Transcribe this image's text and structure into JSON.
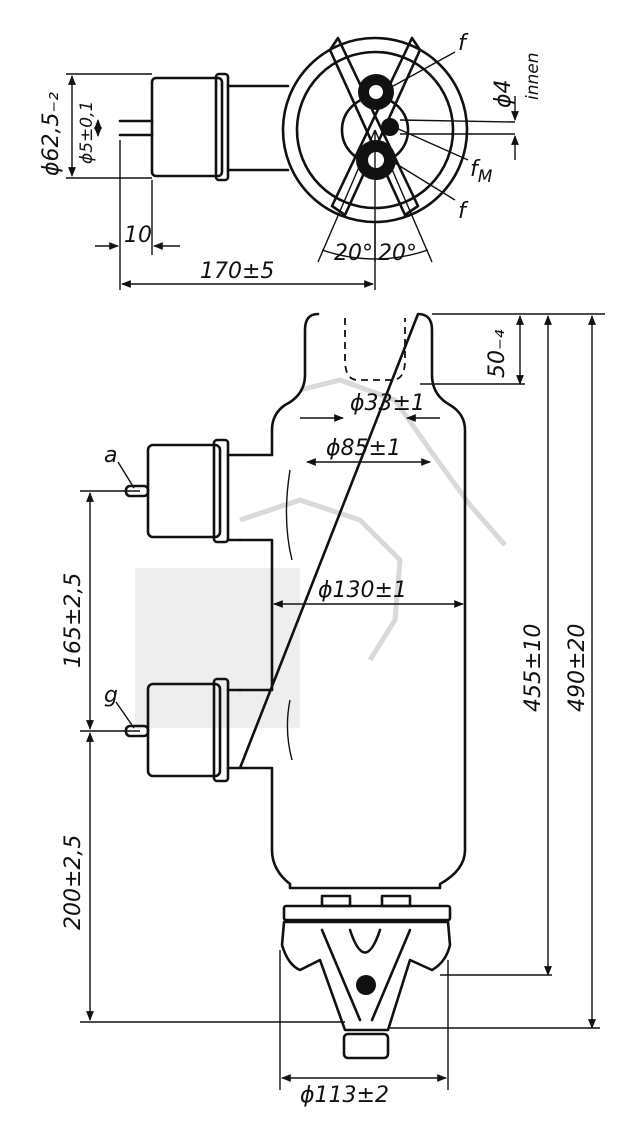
{
  "top_view": {
    "dia_base": "ϕ62,5₋₂",
    "dia_pin": "ϕ5±0,1",
    "dia_inner": "ϕ4",
    "inner_label": "innen",
    "filament_top": "f",
    "filament_mid": "f",
    "filament_mid_sub": "M",
    "filament_bottom": "f",
    "angle_left": "20°",
    "angle_right": "20°",
    "pin_length": "10",
    "overall_width": "170±5"
  },
  "side_view": {
    "anode_label": "a",
    "grid_label": "g",
    "dim_top_cap": "50₋₄",
    "dim_cap_dia": "ϕ33±1",
    "dim_neck_dia": "ϕ85±1",
    "dim_body_dia": "ϕ130±1",
    "dim_terminal_spacing": "165±2,5",
    "dim_grid_height": "200±2,5",
    "dim_height_base": "455±10",
    "dim_height_total": "490±20",
    "dim_base_dia": "ϕ113±2"
  }
}
